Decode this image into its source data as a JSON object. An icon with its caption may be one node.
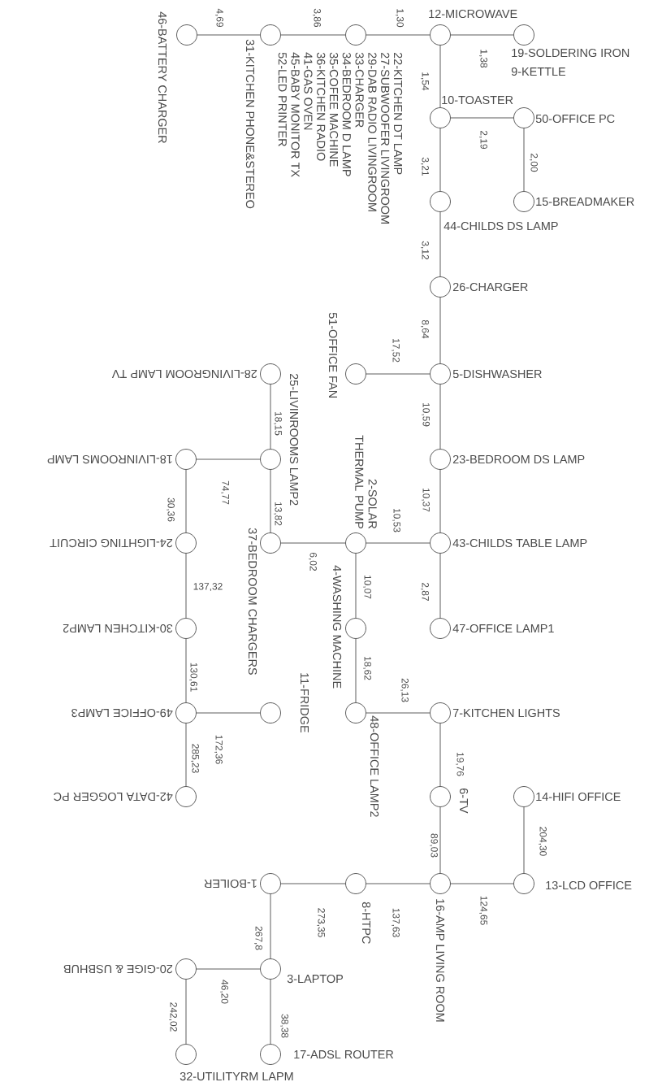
{
  "diagram": {
    "nodes": [
      {
        "text": [
          "46-BATTERY CHARGER"
        ]
      },
      {
        "text": [
          "31-KITCHEN PHONE&STEREO"
        ]
      },
      {
        "text": [
          "22-KITCHEN DT LAMP",
          "27-SUBWOOFER LIVINGROOM",
          "29-DAB RADIO LIVINGROOM",
          "33-CHARGER",
          "34-BEDROOM D LAMP",
          "35-COFEE MACHINE",
          "36-KITCHEN RADIO",
          "41-GAS OVEN",
          "45-BABY MONITOR TX",
          "52-LED PRINTER"
        ]
      },
      {
        "text": [
          "12-MICROWAVE"
        ]
      },
      {
        "text": [
          "19-SOLDERING IRON",
          "9-KETTLE"
        ]
      },
      {
        "text": [
          "10-TOASTER"
        ]
      },
      {
        "text": [
          "50-OFFICE PC"
        ]
      },
      {
        "text": [
          "44-CHILDS DS LAMP"
        ]
      },
      {
        "text": [
          "15-BREADMAKER"
        ]
      },
      {
        "text": [
          "26-CHARGER"
        ]
      },
      {
        "text": [
          "28-LIVINGROOM LAMP TV"
        ]
      },
      {
        "text": [
          "51-OFFICE FAN"
        ]
      },
      {
        "text": [
          "5-DISHWASHER"
        ]
      },
      {
        "text": [
          "18-LIVINROOMS LAMP"
        ]
      },
      {
        "text": [
          "25-LIVINROOMS LAMP2"
        ]
      },
      {
        "text": [
          "23-BEDROOM DS LAMP"
        ]
      },
      {
        "text": [
          "24-LIGHTING CIRCUIT"
        ]
      },
      {
        "text": [
          "37-BEDROOM CHARGERS"
        ]
      },
      {
        "text": [
          "2-SOLAR THERMAL PUMP"
        ]
      },
      {
        "text": [
          "43-CHILDS TABLE LAMP"
        ]
      },
      {
        "text": [
          "30-KITCHEN LAMP2"
        ]
      },
      {
        "text": [
          "4-WASHING MACHINE"
        ]
      },
      {
        "text": [
          "47-OFFICE LAMP1"
        ]
      },
      {
        "text": [
          "49-OFFICE LAMP3"
        ]
      },
      {
        "text": [
          "11-FRIDGE"
        ]
      },
      {
        "text": [
          "48-OFFICE LAMP2"
        ]
      },
      {
        "text": [
          "7-KITCHEN LIGHTS"
        ]
      },
      {
        "text": [
          "42-DATA LOGGER PC"
        ]
      },
      {
        "text": [
          "6-TV"
        ]
      },
      {
        "text": [
          "14-HIFI OFFICE"
        ]
      },
      {
        "text": [
          "1-BOILER"
        ]
      },
      {
        "text": [
          "8-HTPC"
        ]
      },
      {
        "text": [
          "16-AMP LIVING ROOM"
        ]
      },
      {
        "text": [
          "13-LCD OFFICE"
        ]
      },
      {
        "text": [
          "20-GIGE & USBHUB"
        ]
      },
      {
        "text": [
          "3-LAPTOP"
        ]
      },
      {
        "text": [
          "32-UTILITYRM LAPM"
        ]
      },
      {
        "text": [
          "17-ADSL ROUTER"
        ]
      }
    ],
    "edges": [
      {
        "from": 0,
        "to": 1,
        "arrow": "none",
        "label": "4,69"
      },
      {
        "from": 1,
        "to": 2,
        "arrow": "none",
        "label": "3,86"
      },
      {
        "from": 2,
        "to": 3,
        "arrow": "none",
        "label": "1,30"
      },
      {
        "from": 3,
        "to": 4,
        "arrow": "none",
        "label": "1,38"
      },
      {
        "from": 3,
        "to": 5,
        "arrow": "none",
        "label": "1,54"
      },
      {
        "from": 5,
        "to": 6,
        "arrow": "none",
        "label": "2,19"
      },
      {
        "from": 6,
        "to": 8,
        "arrow": "none",
        "label": "2,00"
      },
      {
        "from": 5,
        "to": 7,
        "arrow": "none",
        "label": "3,21"
      },
      {
        "from": 7,
        "to": 9,
        "arrow": "none",
        "label": "3,12"
      },
      {
        "from": 9,
        "to": 12,
        "arrow": "none",
        "label": "8,64"
      },
      {
        "from": 11,
        "to": 12,
        "arrow": "none",
        "label": "17,52"
      },
      {
        "from": 10,
        "to": 14,
        "arrow": "none",
        "label": "18,15"
      },
      {
        "from": 12,
        "to": 15,
        "arrow": "none",
        "label": "10,59"
      },
      {
        "from": 13,
        "to": 14,
        "arrow": "none",
        "label": "74,77"
      },
      {
        "from": 13,
        "to": 16,
        "arrow": "none",
        "label": "30,36"
      },
      {
        "from": 14,
        "to": 17,
        "arrow": "none",
        "label": "13,82"
      },
      {
        "from": 15,
        "to": 19,
        "arrow": "none",
        "label": "10,37"
      },
      {
        "from": 17,
        "to": 18,
        "arrow": "none",
        "label": "6,02"
      },
      {
        "from": 18,
        "to": 19,
        "arrow": "none",
        "label": "10,53"
      },
      {
        "from": 16,
        "to": 20,
        "arrow": "none",
        "label": "137,32"
      },
      {
        "from": 18,
        "to": 21,
        "arrow": "none",
        "label": "10,07"
      },
      {
        "from": 19,
        "to": 22,
        "arrow": "none",
        "label": "2,87"
      },
      {
        "from": 20,
        "to": 23,
        "arrow": "none",
        "label": "130,61"
      },
      {
        "from": 23,
        "to": 24,
        "arrow": "none",
        "label": "172,36"
      },
      {
        "from": 21,
        "to": 25,
        "arrow": "none",
        "label": "18,62"
      },
      {
        "from": 25,
        "to": 26,
        "arrow": "none",
        "label": "26,13"
      },
      {
        "from": 23,
        "to": 27,
        "arrow": "none",
        "label": "285,23"
      },
      {
        "from": 26,
        "to": 28,
        "arrow": "none",
        "label": "19,76"
      },
      {
        "from": 29,
        "to": 33,
        "arrow": "none",
        "label": "204,30"
      },
      {
        "from": 28,
        "to": 32,
        "arrow": "none",
        "label": "89,03"
      },
      {
        "from": 30,
        "to": 31,
        "arrow": "none",
        "label": "273,35"
      },
      {
        "from": 31,
        "to": 32,
        "arrow": "none",
        "label": "137,63"
      },
      {
        "from": 32,
        "to": 33,
        "arrow": "none",
        "label": "124,65"
      },
      {
        "from": 30,
        "to": 35,
        "arrow": "none",
        "label": "267,8"
      },
      {
        "from": 34,
        "to": 35,
        "arrow": "none",
        "label": "46,20"
      },
      {
        "from": 35,
        "to": 37,
        "arrow": "none",
        "label": "38,38"
      },
      {
        "from": 34,
        "to": 36,
        "arrow": "none",
        "label": "242,02"
      }
    ]
  }
}
